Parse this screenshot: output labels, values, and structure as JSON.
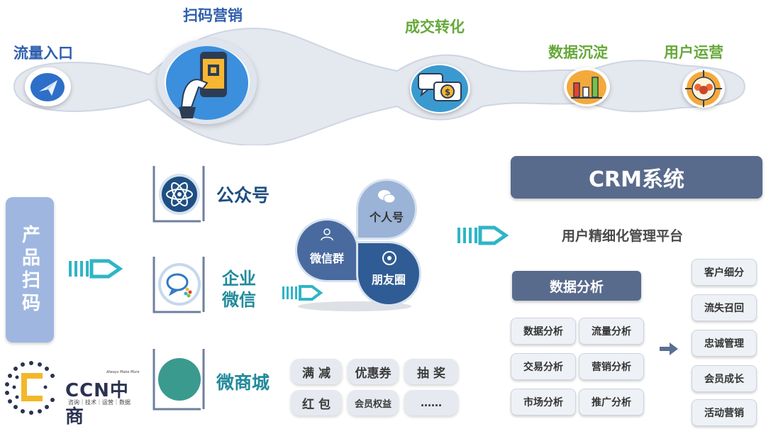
{
  "flow": {
    "stages": [
      {
        "label": "流量入口",
        "icon": "paper-plane-icon",
        "color": "#2f5fae"
      },
      {
        "label": "扫码营销",
        "icon": "phone-qr-scan-icon",
        "color": "#2f5fae"
      },
      {
        "label": "成交转化",
        "icon": "chat-coin-icon",
        "color": "#66a83a"
      },
      {
        "label": "数据沉淀",
        "icon": "bar-chart-icon",
        "color": "#66a83a"
      },
      {
        "label": "用户运营",
        "icon": "user-target-icon",
        "color": "#66a83a"
      }
    ]
  },
  "left": {
    "product_scan": "产品扫码",
    "logo_text": "CCN中商",
    "logo_tagline": "Always Make More",
    "logo_subtitle": "咨询｜技术｜运营｜数据"
  },
  "channels": [
    {
      "label": "公众号",
      "icon": "atom-icon"
    },
    {
      "label": "企业\n微信",
      "icon": "wecom-chat-icon"
    },
    {
      "label": "微商城",
      "icon": "teal-circle-icon"
    }
  ],
  "bubbles": {
    "group": "微信群",
    "personal": "个人号",
    "moments": "朋友圈"
  },
  "promotions": [
    "满 减",
    "优惠券",
    "抽 奖",
    "红 包",
    "会员权益",
    "……"
  ],
  "crm": {
    "title": "CRM系统",
    "subtitle": "用户精细化管理平台",
    "analysis_title": "数据分析",
    "analysis_items": [
      "数据分析",
      "流量分析",
      "交易分析",
      "营销分析",
      "市场分析",
      "推广分析"
    ],
    "operations": [
      "客户细分",
      "流失召回",
      "忠诚管理",
      "会员成长",
      "活动营销"
    ]
  },
  "colors": {
    "blue_text": "#2f5fae",
    "green_text": "#66a83a",
    "teal_text": "#218a9b",
    "crm_dark": "#596b8c",
    "arrow_teal": "#2fb5c6"
  }
}
